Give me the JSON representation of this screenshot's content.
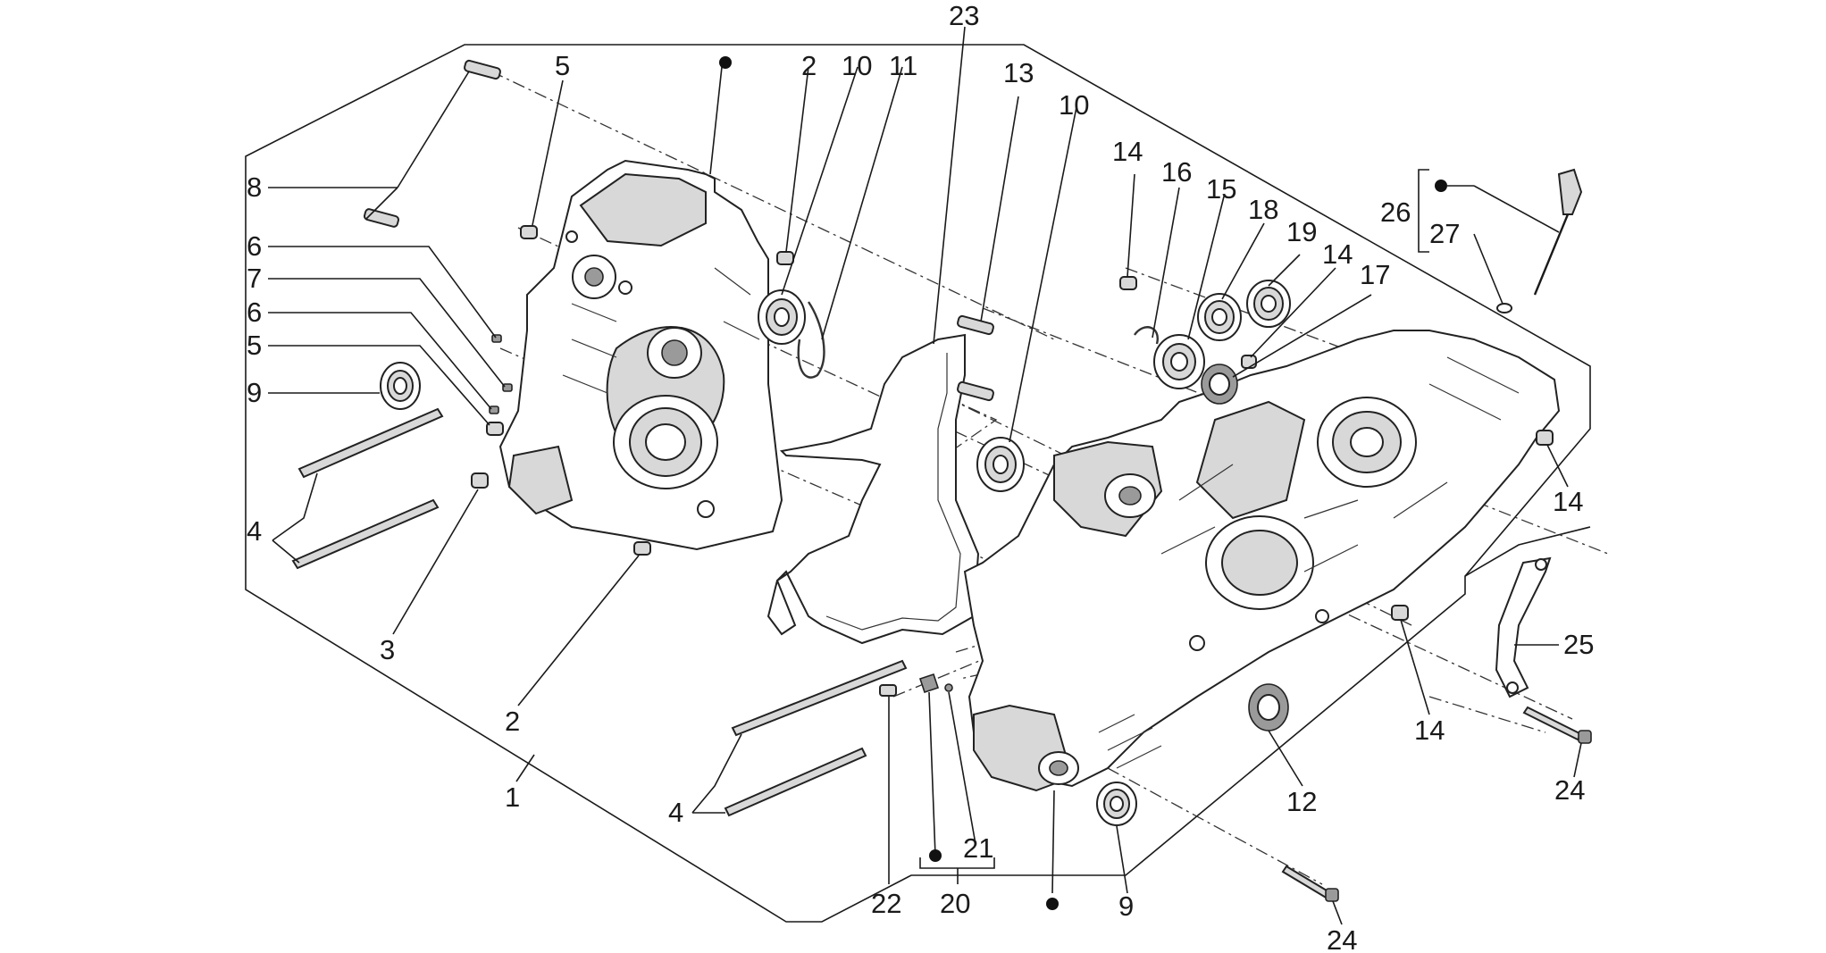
{
  "callouts": [
    {
      "id": "c23",
      "label": "23"
    },
    {
      "id": "c5a",
      "label": "5"
    },
    {
      "id": "c2a",
      "label": "2"
    },
    {
      "id": "c10a",
      "label": "10"
    },
    {
      "id": "c11",
      "label": "11"
    },
    {
      "id": "c13",
      "label": "13"
    },
    {
      "id": "c10b",
      "label": "10"
    },
    {
      "id": "c14a",
      "label": "14"
    },
    {
      "id": "c16",
      "label": "16"
    },
    {
      "id": "c15",
      "label": "15"
    },
    {
      "id": "c18",
      "label": "18"
    },
    {
      "id": "c19",
      "label": "19"
    },
    {
      "id": "c14b",
      "label": "14"
    },
    {
      "id": "c17",
      "label": "17"
    },
    {
      "id": "c26",
      "label": "26"
    },
    {
      "id": "c27",
      "label": "27"
    },
    {
      "id": "c8",
      "label": "8"
    },
    {
      "id": "c6a",
      "label": "6"
    },
    {
      "id": "c7",
      "label": "7"
    },
    {
      "id": "c6b",
      "label": "6"
    },
    {
      "id": "c5b",
      "label": "5"
    },
    {
      "id": "c9a",
      "label": "9"
    },
    {
      "id": "c4a",
      "label": "4"
    },
    {
      "id": "c3",
      "label": "3"
    },
    {
      "id": "c2b",
      "label": "2"
    },
    {
      "id": "c1",
      "label": "1"
    },
    {
      "id": "c4b",
      "label": "4"
    },
    {
      "id": "c21",
      "label": "21"
    },
    {
      "id": "c22",
      "label": "22"
    },
    {
      "id": "c20",
      "label": "20"
    },
    {
      "id": "c9b",
      "label": "9"
    },
    {
      "id": "c24a",
      "label": "24"
    },
    {
      "id": "c12",
      "label": "12"
    },
    {
      "id": "c14c",
      "label": "14"
    },
    {
      "id": "c14d",
      "label": "14"
    },
    {
      "id": "c25",
      "label": "25"
    },
    {
      "id": "c24b",
      "label": "24"
    }
  ],
  "icons": {
    "kit_dot": "filled-circle-icon"
  }
}
